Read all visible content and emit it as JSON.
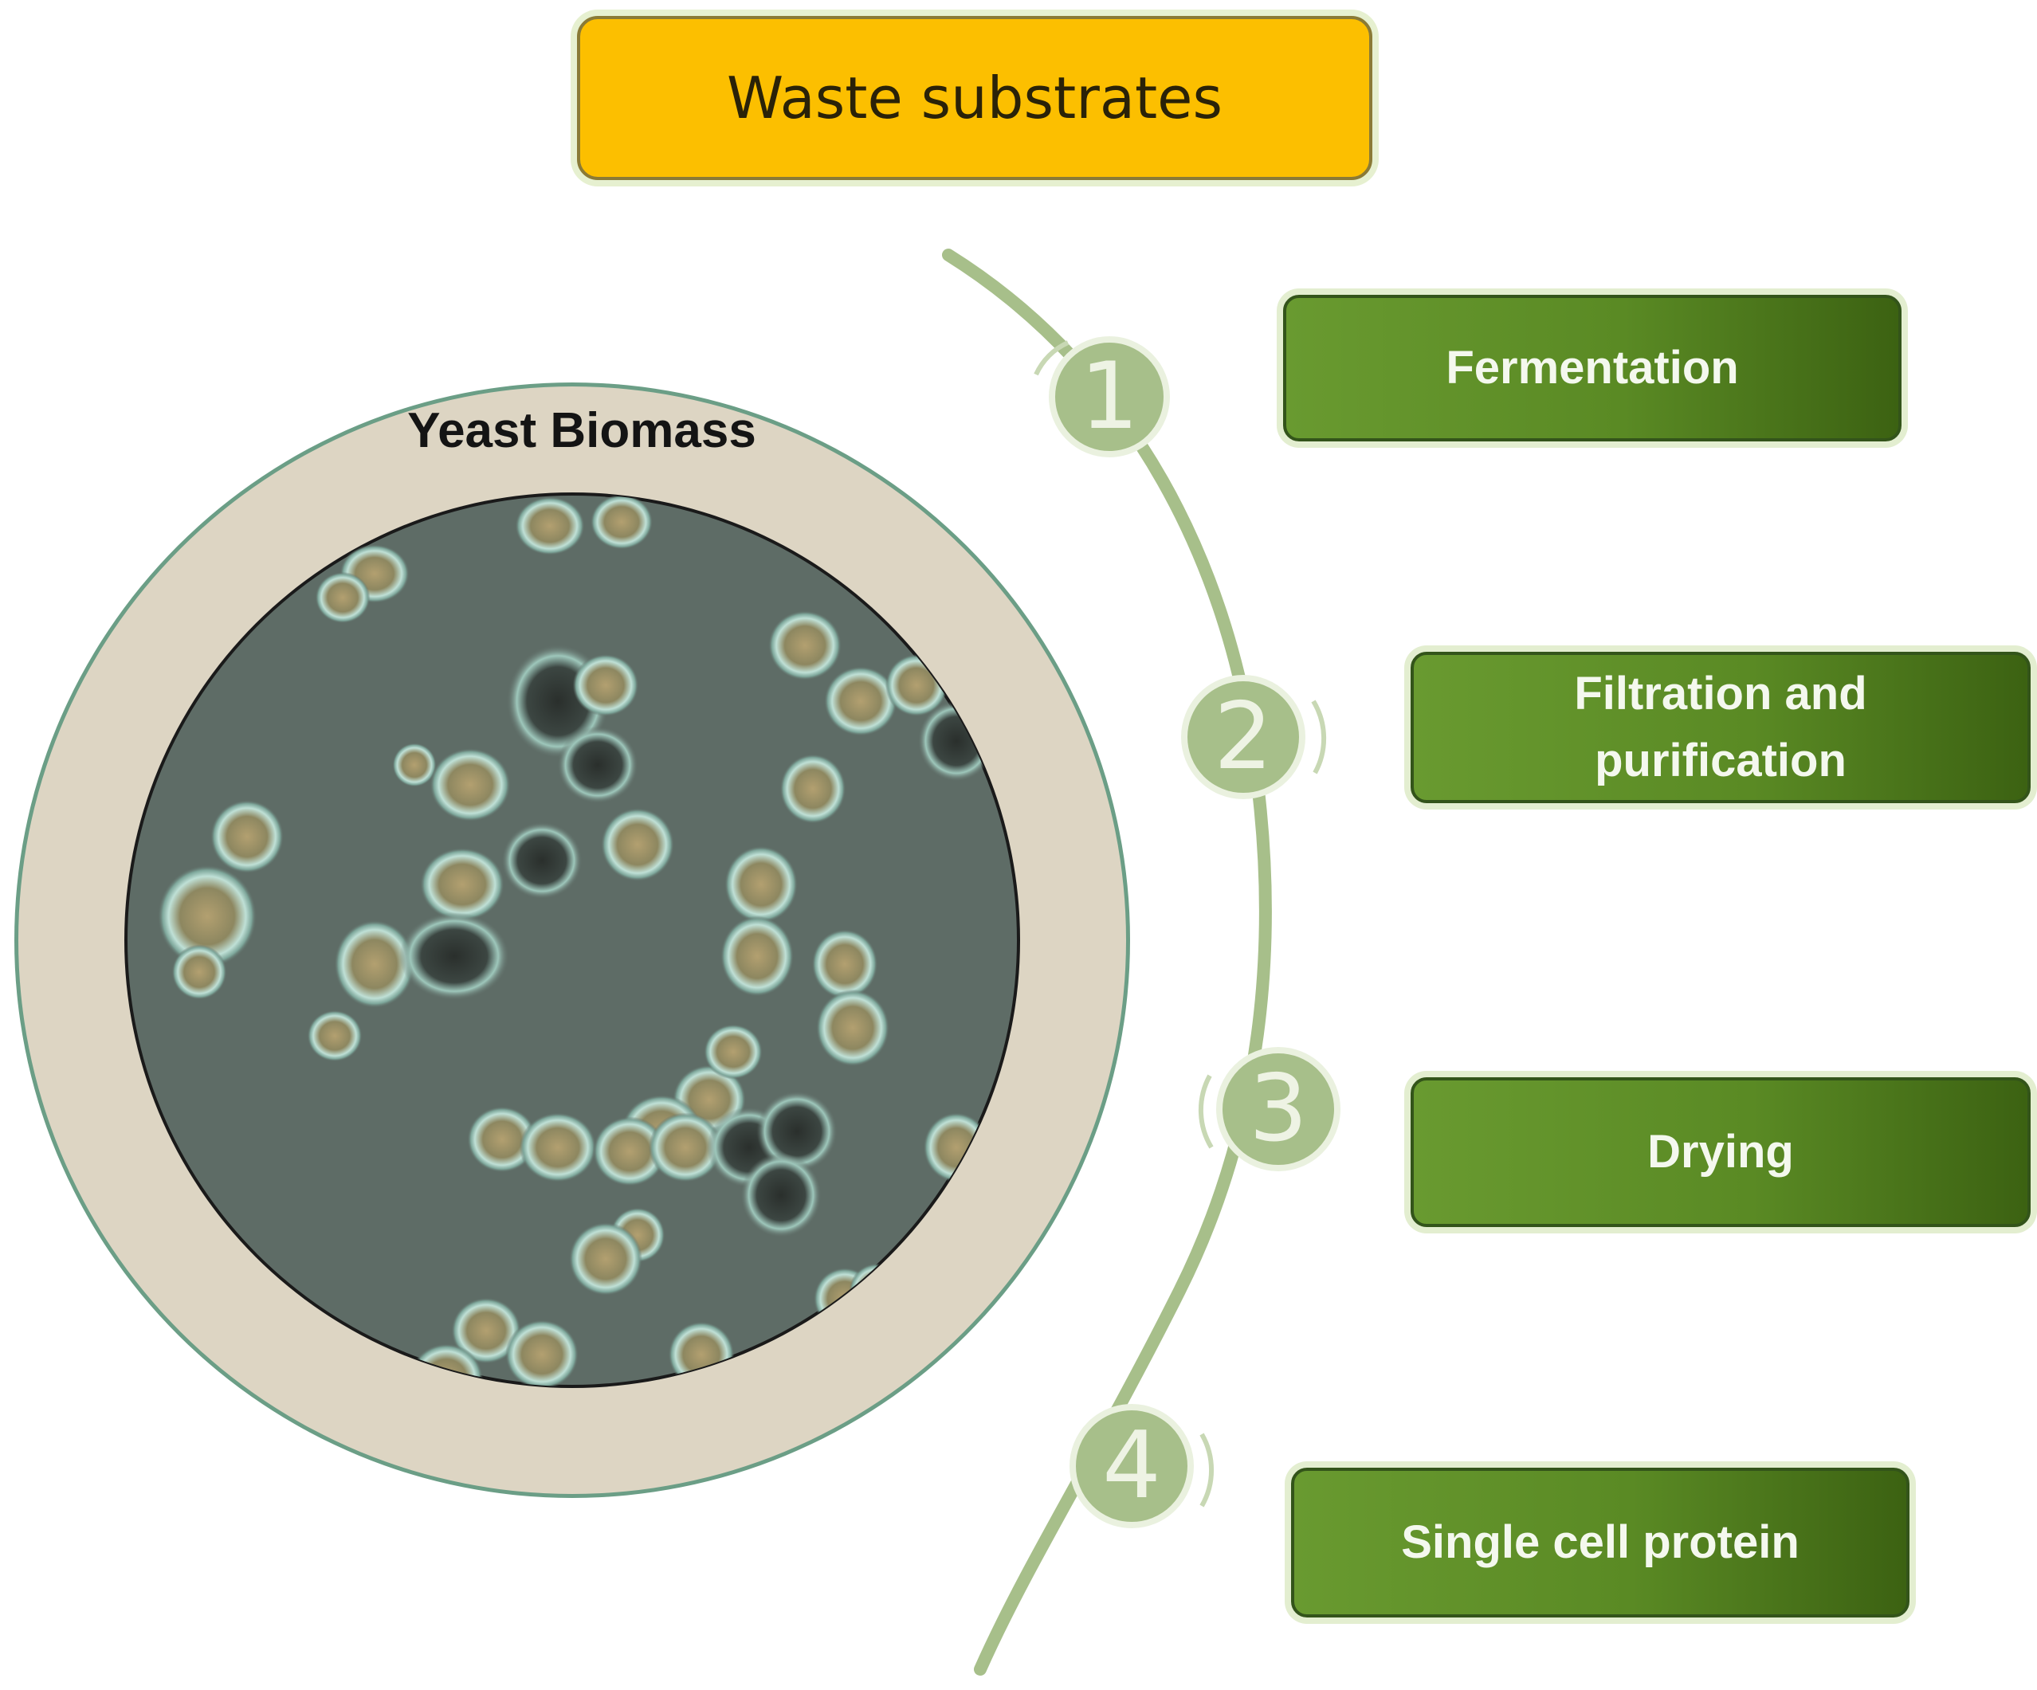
{
  "diagram": {
    "top_label": "Waste substrates",
    "biomass_label": "Yeast Biomass",
    "steps": [
      {
        "number": "1",
        "label": "Fermentation"
      },
      {
        "number": "2",
        "label": "Filtration and purification"
      },
      {
        "number": "3",
        "label": "Drying"
      },
      {
        "number": "4",
        "label": "Single cell protein"
      }
    ]
  },
  "colors": {
    "top_box": "#fcbf00",
    "step_box": "#5a8a24",
    "arc": "#a7bf8a",
    "dish_ring": "#ddd5c3",
    "micrograph_bg": "#5e6c66"
  }
}
